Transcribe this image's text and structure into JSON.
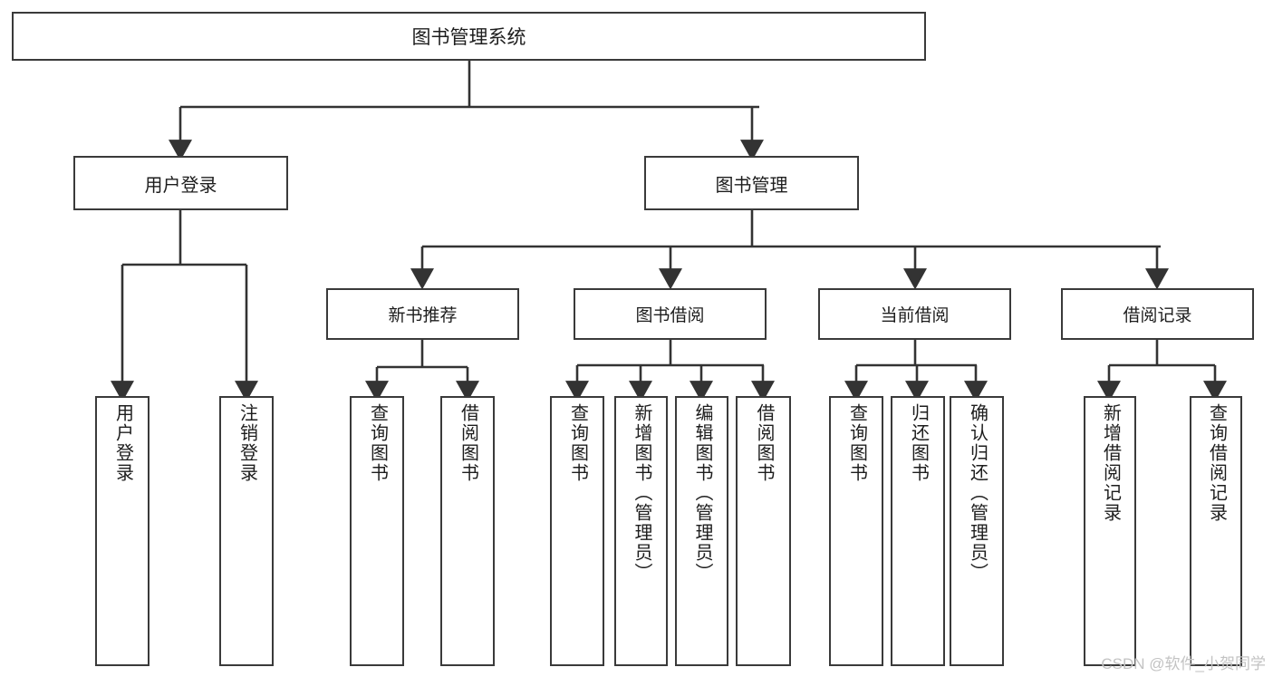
{
  "diagram": {
    "type": "tree-hierarchy",
    "title": "图书管理系统",
    "background_color": "#ffffff",
    "box_border_color": "#3a3a3a",
    "box_fill_color": "#ffffff",
    "connector_color": "#333333"
  },
  "root": {
    "label": "图书管理系统"
  },
  "tier1": [
    {
      "label": "用户登录"
    },
    {
      "label": "图书管理"
    }
  ],
  "tier2": [
    {
      "label": "新书推荐"
    },
    {
      "label": "图书借阅"
    },
    {
      "label": "当前借阅"
    },
    {
      "label": "借阅记录"
    }
  ],
  "leaves": {
    "user_login": [
      {
        "label": "用户登录"
      },
      {
        "label": "注销登录"
      }
    ],
    "new_book_recommend": [
      {
        "label": "查询图书"
      },
      {
        "label": "借阅图书"
      }
    ],
    "book_borrow": [
      {
        "label": "查询图书"
      },
      {
        "label": "新增图书（管理员）"
      },
      {
        "label": "编辑图书（管理员）"
      },
      {
        "label": "借阅图书"
      }
    ],
    "current_borrow": [
      {
        "label": "查询图书"
      },
      {
        "label": "归还图书"
      },
      {
        "label": "确认归还（管理员）"
      }
    ],
    "borrow_record": [
      {
        "label": "新增借阅记录"
      },
      {
        "label": "查询借阅记录"
      }
    ]
  },
  "watermark": {
    "text": "CSDN @软件_小贺同学"
  }
}
